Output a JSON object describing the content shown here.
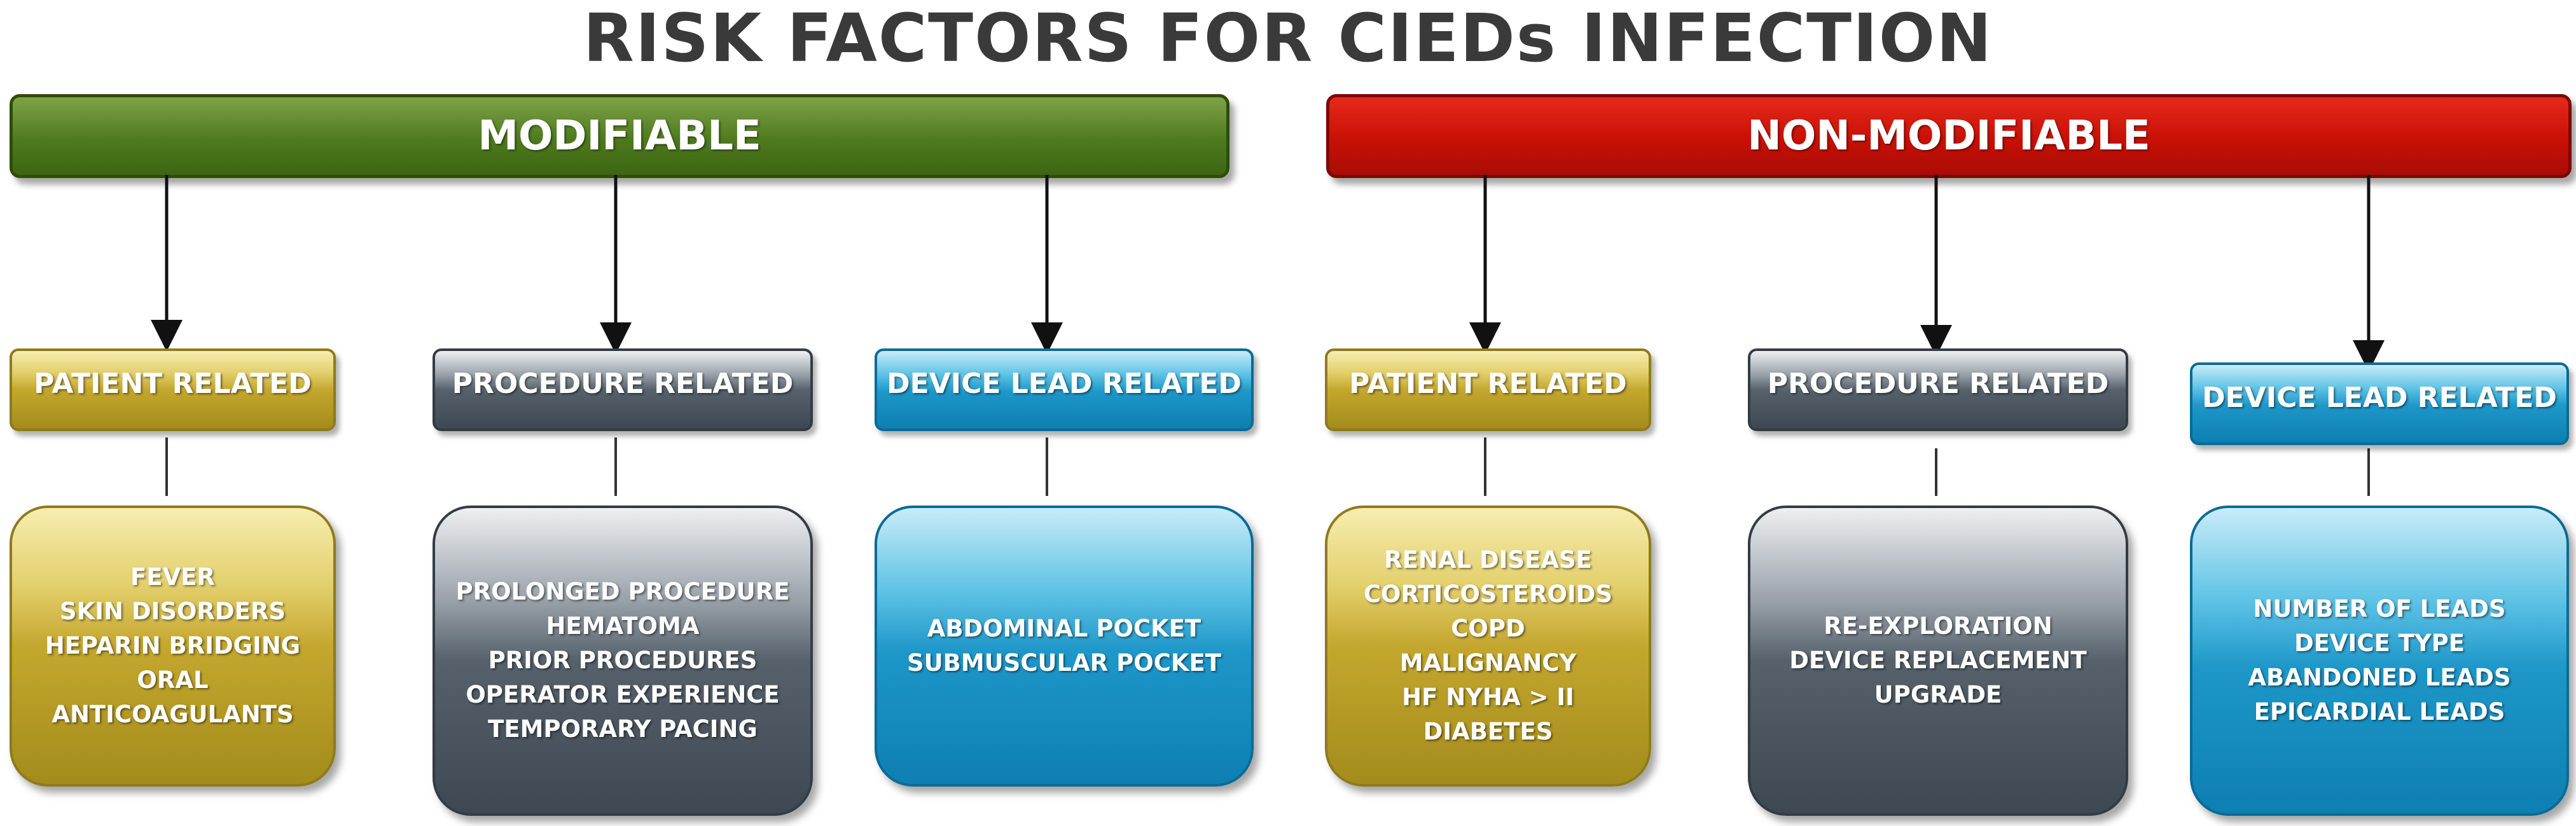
{
  "title": "RISK FACTORS FOR CIEDs INFECTION",
  "colors": {
    "modifiable": "#4e7a1e",
    "non_modifiable": "#c81006",
    "patient": "#c4a72e",
    "procedure": "#56616b",
    "device": "#1e97c9"
  },
  "modifiable": {
    "label": "MODIFIABLE",
    "patient": {
      "header": "PATIENT RELATED",
      "items": [
        "FEVER",
        "SKIN DISORDERS",
        "HEPARIN BRIDGING",
        "ORAL",
        "ANTICOAGULANTS"
      ]
    },
    "procedure": {
      "header": "PROCEDURE RELATED",
      "items": [
        "PROLONGED PROCEDURE",
        "HEMATOMA",
        "PRIOR PROCEDURES",
        "OPERATOR EXPERIENCE",
        "TEMPORARY PACING"
      ]
    },
    "device": {
      "header": "DEVICE LEAD RELATED",
      "items": [
        "ABDOMINAL POCKET",
        "SUBMUSCULAR POCKET"
      ]
    }
  },
  "non_modifiable": {
    "label": "NON-MODIFIABLE",
    "patient": {
      "header": "PATIENT RELATED",
      "items": [
        "RENAL DISEASE",
        "CORTICOSTEROIDS",
        "COPD",
        "MALIGNANCY",
        "HF NYHA > II",
        "DIABETES"
      ]
    },
    "procedure": {
      "header": "PROCEDURE RELATED",
      "items": [
        "RE-EXPLORATION",
        "DEVICE REPLACEMENT",
        "UPGRADE"
      ]
    },
    "device": {
      "header": "DEVICE LEAD RELATED",
      "items": [
        "NUMBER OF LEADS",
        "DEVICE TYPE",
        "ABANDONED LEADS",
        "EPICARDIAL LEADS"
      ]
    }
  }
}
